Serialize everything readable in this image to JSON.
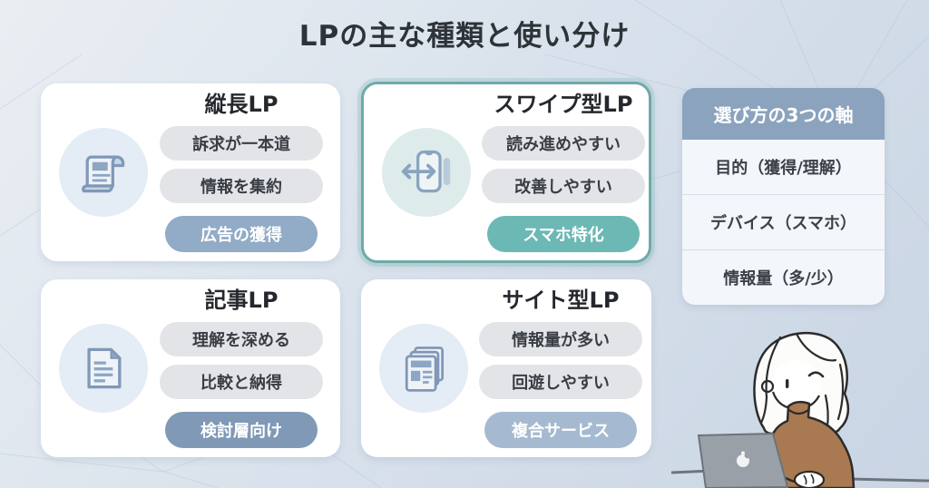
{
  "title": "LPの主な種類と使い分け",
  "cards": [
    {
      "title": "縦長LP",
      "icon": "scroll-icon",
      "features": [
        "訴求が一本道",
        "情報を集約"
      ],
      "badge": "広告の獲得",
      "badge_color": "#92abc6",
      "highlighted": false
    },
    {
      "title": "スワイプ型LP",
      "icon": "phone-swipe-icon",
      "features": [
        "読み進めやすい",
        "改善しやすい"
      ],
      "badge": "スマホ特化",
      "badge_color": "#6cb8b4",
      "highlighted": true,
      "highlight_border_color": "#6fa9aa"
    },
    {
      "title": "記事LP",
      "icon": "document-icon",
      "features": [
        "理解を深める",
        "比較と納得"
      ],
      "badge": "検討層向け",
      "badge_color": "#8099b7",
      "highlighted": false
    },
    {
      "title": "サイト型LP",
      "icon": "newspaper-stack-icon",
      "features": [
        "情報量が多い",
        "回遊しやすい"
      ],
      "badge": "複合サービス",
      "badge_color": "#a5bad0",
      "highlighted": false
    }
  ],
  "panel": {
    "header": "選び方の3つの軸",
    "header_color": "#8ba3bd",
    "rows": [
      "目的（獲得/理解）",
      "デバイス（スマホ）",
      "情報量（多/少）"
    ]
  },
  "illustration": "person-working-at-laptop"
}
